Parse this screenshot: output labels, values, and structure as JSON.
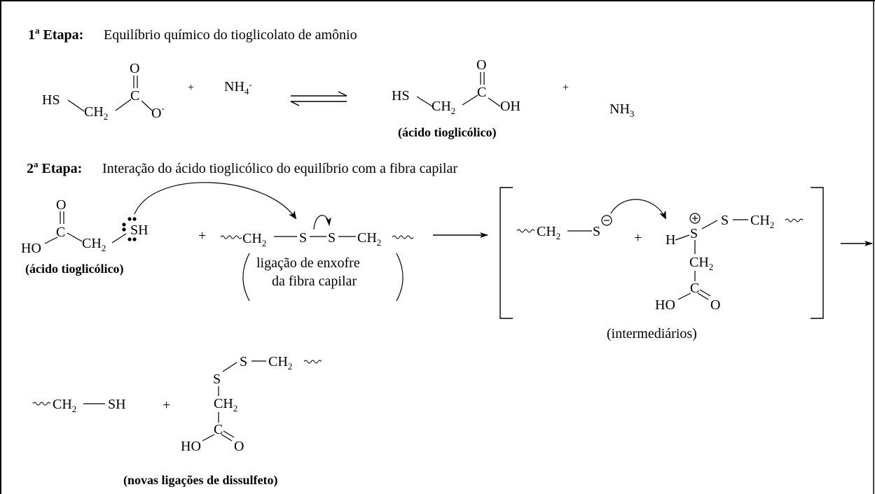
{
  "step1": {
    "ordinal": "1",
    "ordinal_sup": "a",
    "label": "Etapa:",
    "description": "Equilíbrio químico do tioglicolato de amônio"
  },
  "step2": {
    "ordinal": "2",
    "ordinal_sup": "a",
    "label": "Etapa:",
    "description": "Interação do ácido tioglicólico do equilíbrio com a fibra capilar"
  },
  "eq1": {
    "hs": "HS",
    "ch2_main": "CH",
    "ch2_sub": "2",
    "carbon": "C",
    "oxygen": "O",
    "o_minus": "O",
    "minus": "-",
    "plus1": "+",
    "nh4_main": "NH",
    "nh4_sub": "4",
    "nh4_charge": "-",
    "hs2": "HS",
    "ch2b_main": "CH",
    "ch2b_sub": "2",
    "carbon2": "C",
    "oxygen2": "O",
    "oh": "OH",
    "plus2": "+",
    "nh3_main": "NH",
    "nh3_sub": "3",
    "product_label": "(ácido tioglicólico)"
  },
  "eq2": {
    "oxygen": "O",
    "carbon": "C",
    "ho": "HO",
    "ch2_main": "CH",
    "ch2_sub": "2",
    "sh": "SH",
    "acid_label": "(ácido tioglicólico)",
    "plus1": "+",
    "fiber_ch2_left": "CH",
    "fiber_ch2_left_sub": "2",
    "s_left": "S",
    "s_right": "S",
    "fiber_ch2_right": "CH",
    "fiber_ch2_right_sub": "2",
    "fiber_label_line1": "ligação de enxofre",
    "fiber_label_line2": "da fibra capilar",
    "int_ch2": "CH",
    "int_ch2_sub": "2",
    "int_s_minus": "S",
    "int_plus": "+",
    "int_h": "H",
    "int_s_plus": "S",
    "int_s2": "S",
    "int_ch2_right": "CH",
    "int_ch2_right_sub": "2",
    "int_ch2_down": "CH",
    "int_ch2_down_sub": "2",
    "int_carbon": "C",
    "int_ho": "HO",
    "int_oxygen": "O",
    "intermediates_label": "(intermediários)"
  },
  "eq3": {
    "ch2": "CH",
    "ch2_sub": "2",
    "sh": "SH",
    "plus": "+",
    "s1": "S",
    "s2": "S",
    "ch2_right": "CH",
    "ch2_right_sub": "2",
    "ch2_down": "CH",
    "ch2_down_sub": "2",
    "carbon": "C",
    "ho": "HO",
    "oxygen": "O",
    "product_label": "(novas ligações de dissulfeto)"
  }
}
